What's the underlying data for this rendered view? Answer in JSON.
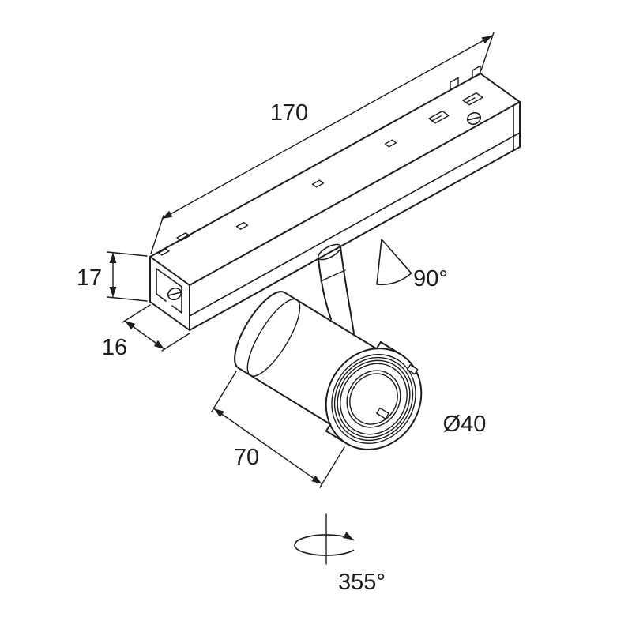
{
  "diagram": {
    "kind": "technical-dimension-drawing",
    "subject": "magnetic track-mounted cylindrical spotlight",
    "labels": {
      "track_length": "170",
      "track_height": "17",
      "track_width": "16",
      "body_length": "70",
      "tilt_angle": "90°",
      "head_diameter": "Ø40",
      "rotation_angle": "355°"
    },
    "colors": {
      "line": "#1d1d1b",
      "text": "#1d1d1b",
      "background": "#ffffff"
    }
  }
}
